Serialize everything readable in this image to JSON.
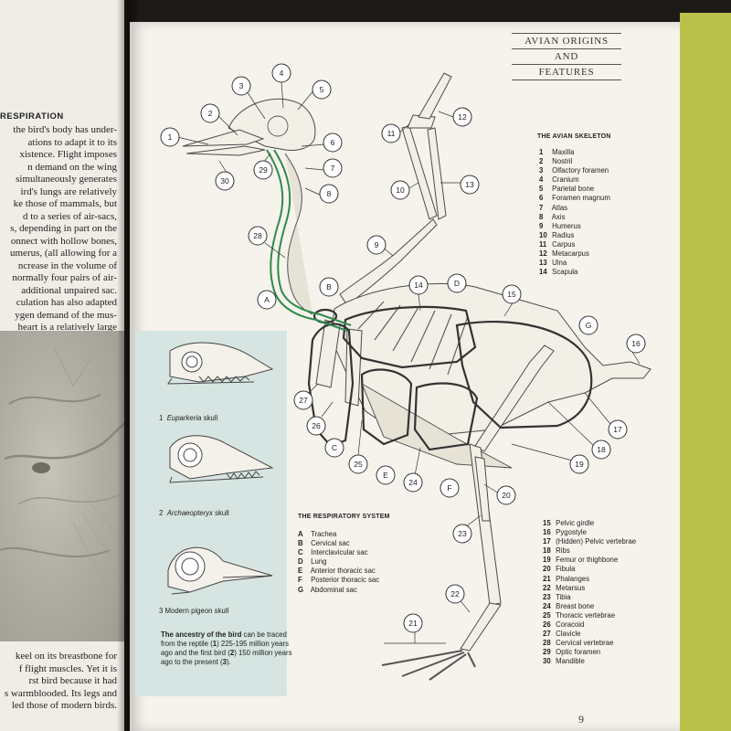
{
  "left_page": {
    "heading": "RESPIRATION",
    "lines": [
      "the bird's body has under-",
      "ations to adapt it to its",
      "xistence. Flight imposes",
      "n demand on the wing",
      "simultaneously generates",
      "ird's lungs are relatively",
      "ke those of mammals, but",
      "d to a series of air-sacs,",
      "s, depending in part on the",
      "onnect with hollow bones,",
      "umerus, (all allowing for a",
      "ncrease in the volume of",
      "normally four pairs of air-",
      "additional unpaired sac.",
      "culation has also adapted",
      "ygen demand of the mus-",
      "heart is a relatively large"
    ],
    "bottom_lines": [
      "keel on its breastbone for",
      "f flight muscles. Yet it is",
      "rst bird because it had",
      "s warmblooded. Its legs and",
      "led those of modern birds."
    ]
  },
  "header": {
    "lines": [
      "AVIAN ORIGINS",
      "AND",
      "FEATURES"
    ]
  },
  "skeleton_legend": {
    "title": "THE AVIAN SKELETON",
    "items": [
      {
        "n": "1",
        "label": "Maxilla"
      },
      {
        "n": "2",
        "label": "Nostril"
      },
      {
        "n": "3",
        "label": "Olfactory foramen"
      },
      {
        "n": "4",
        "label": "Cranium"
      },
      {
        "n": "5",
        "label": "Parietal bone"
      },
      {
        "n": "6",
        "label": "Foramen magnum"
      },
      {
        "n": "7",
        "label": "Atlas"
      },
      {
        "n": "8",
        "label": "Axis"
      },
      {
        "n": "9",
        "label": "Humerus"
      },
      {
        "n": "10",
        "label": "Radius"
      },
      {
        "n": "11",
        "label": "Carpus"
      },
      {
        "n": "12",
        "label": "Metacarpus"
      },
      {
        "n": "13",
        "label": "Ulna"
      },
      {
        "n": "14",
        "label": "Scapula"
      }
    ],
    "items_2": [
      {
        "n": "15",
        "label": "Pelvic girdle"
      },
      {
        "n": "16",
        "label": "Pygostyle"
      },
      {
        "n": "17",
        "label": "(Hidden) Pelvic vertebrae"
      },
      {
        "n": "18",
        "label": "Ribs"
      },
      {
        "n": "19",
        "label": "Femur or thighbone"
      },
      {
        "n": "20",
        "label": "Fibula"
      },
      {
        "n": "21",
        "label": "Phalanges"
      },
      {
        "n": "22",
        "label": "Metarsus"
      },
      {
        "n": "23",
        "label": "Tibia"
      },
      {
        "n": "24",
        "label": "Breast bone"
      },
      {
        "n": "25",
        "label": "Thoracic vertebrae"
      },
      {
        "n": "26",
        "label": "Coracoid"
      },
      {
        "n": "27",
        "label": "Clavicle"
      },
      {
        "n": "28",
        "label": "Cervical vertebrae"
      },
      {
        "n": "29",
        "label": "Optic foramen"
      },
      {
        "n": "30",
        "label": "Mandible"
      }
    ]
  },
  "respiratory_legend": {
    "title": "THE RESPIRATORY SYSTEM",
    "items": [
      {
        "n": "A",
        "label": "Trachea"
      },
      {
        "n": "B",
        "label": "Cervical sac"
      },
      {
        "n": "C",
        "label": "Interclavicular sac"
      },
      {
        "n": "D",
        "label": "Lung"
      },
      {
        "n": "E",
        "label": "Anterior thoracic sac"
      },
      {
        "n": "F",
        "label": "Posterior thoracic sac"
      },
      {
        "n": "G",
        "label": "Abdominal sac"
      }
    ]
  },
  "skulls": {
    "cap1_num": "1",
    "cap1_name": "Euparkeria",
    "cap1_rest": " skull",
    "cap2_num": "2",
    "cap2_name": "Archaeopteryx",
    "cap2_rest": " skull",
    "cap3": "3  Modern pigeon skull"
  },
  "ancestry": {
    "bold": "The ancestry of the bird",
    "t1": " can be traced from the reptile (",
    "n1": "1",
    "t2": ") 225-195 million years ago and the first bird (",
    "n2": "2",
    "t3": ") 150 million years ago to the present (",
    "n3": "3",
    "t4": ")."
  },
  "callouts": [
    "1",
    "2",
    "3",
    "4",
    "5",
    "6",
    "7",
    "8",
    "9",
    "10",
    "11",
    "12",
    "13",
    "14",
    "15",
    "16",
    "17",
    "18",
    "19",
    "20",
    "21",
    "22",
    "23",
    "24",
    "25",
    "26",
    "27",
    "28",
    "29",
    "30",
    "A",
    "B",
    "C",
    "D",
    "E",
    "F",
    "G"
  ],
  "page_number": "9"
}
